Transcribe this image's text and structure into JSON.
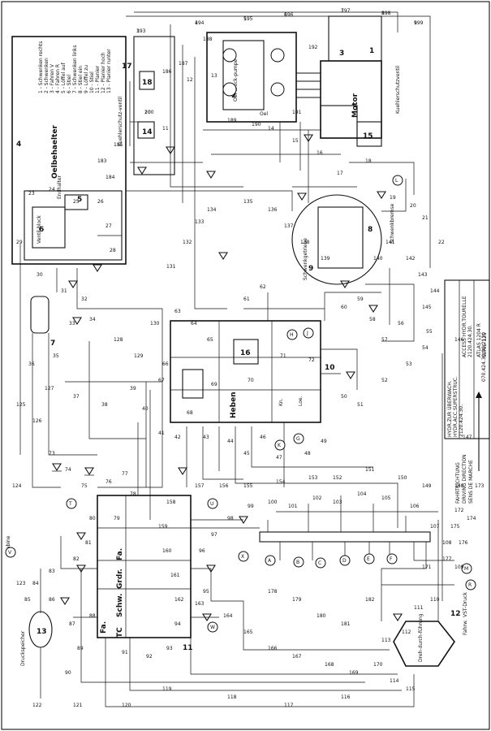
{
  "title_block": {
    "lines_a": [
      "HYDR.ZUR ÜBERWACH.",
      "HYDR.ACC.SUPERSTRUC.",
      "2120.424.30."
    ],
    "lines_b": [
      "ACCESS HYDR.TOURELLE",
      "2120.424.30."
    ],
    "lines_c": [
      "ATLAS 1204 R",
      "SERIE 125"
    ],
    "drawing_no": "070.424.30.00.2130"
  },
  "legend": {
    "items": [
      "1 - Schwenken rechts",
      "2 - Schwenken",
      "3 - Fahren V",
      "4 - Fahren R",
      "5 - Löffel auf",
      "6 - Stiel",
      "7 - Schwenken links",
      "8 - Stiel ein",
      "9 - Löffel zu",
      "10 - Stiel",
      "11 - Planier",
      "12 - Planier hoch",
      "13 - Planier runter"
    ]
  },
  "direction": {
    "lines": [
      "FAHRTRICHTUNG",
      "DRIVING DIRECTION",
      "SENS DE MARCHE"
    ]
  },
  "labels": {
    "oeltank": "Oelbehaelter",
    "kuehler": "Kuehlerschutz-ventil",
    "pumpe": "Oel-druck-pumpe",
    "motor": "Motor",
    "schwenkgetriebe": "Schwenkgetriebe",
    "schwenkbremse": "Schwenkbremse",
    "heben": "Heben",
    "loe": "Loe.",
    "kn": "Kn.",
    "fa": "Fa.",
    "grdr": "Grdr.",
    "schw": "Schw.",
    "tc": "TC",
    "druckspeicher": "Druckspeicher",
    "kabine": "Kabine",
    "drehdurchfuehrung": "Dreh-durch-führung",
    "vst_druck": "VST-Druck",
    "kuehlerschutzventil_rt": "Kuehlerschutzventil",
    "oel": "Oel",
    "ventilblock": "Ventil-block",
    "endhalter": "Endhalter",
    "fuehrung": "Fahrw."
  },
  "components": [
    {
      "id": "1",
      "label": "1"
    },
    {
      "id": "2",
      "label": "2"
    },
    {
      "id": "3",
      "label": "3"
    },
    {
      "id": "4",
      "label": "4"
    },
    {
      "id": "5",
      "label": "5"
    },
    {
      "id": "6",
      "label": "6"
    },
    {
      "id": "7",
      "label": "7"
    },
    {
      "id": "8",
      "label": "8"
    },
    {
      "id": "9",
      "label": "9"
    },
    {
      "id": "10",
      "label": "10"
    },
    {
      "id": "11",
      "label": "11"
    },
    {
      "id": "12",
      "label": "12"
    },
    {
      "id": "13",
      "label": "13"
    },
    {
      "id": "14",
      "label": "14"
    },
    {
      "id": "15",
      "label": "15"
    },
    {
      "id": "16",
      "label": "16"
    },
    {
      "id": "17",
      "label": "17"
    },
    {
      "id": "18",
      "label": "18"
    }
  ],
  "ports": [
    "A",
    "B",
    "C",
    "D",
    "E",
    "F",
    "G",
    "H",
    "J",
    "K",
    "L",
    "M",
    "R",
    "T",
    "U",
    "V",
    "W",
    "X"
  ],
  "line_numbers": [
    "3",
    "4",
    "5",
    "6",
    "7",
    "8",
    "9",
    "10",
    "11",
    "12",
    "13",
    "14",
    "15",
    "16",
    "17",
    "18",
    "19",
    "20",
    "21",
    "22",
    "23",
    "24",
    "25",
    "26",
    "27",
    "28",
    "29",
    "30",
    "31",
    "32",
    "33",
    "34",
    "35",
    "36",
    "37",
    "38",
    "39",
    "40",
    "41",
    "42",
    "43",
    "44",
    "45",
    "46",
    "47",
    "48",
    "49",
    "50",
    "51",
    "52",
    "53",
    "54",
    "55",
    "56",
    "57",
    "58",
    "59",
    "60",
    "61",
    "62",
    "63",
    "64",
    "65",
    "66",
    "67",
    "68",
    "69",
    "70",
    "71",
    "72",
    "73",
    "74",
    "75",
    "76",
    "77",
    "78",
    "79",
    "80",
    "81",
    "82",
    "83",
    "84",
    "85",
    "86",
    "87",
    "88",
    "89",
    "90",
    "91",
    "92",
    "93",
    "94",
    "95",
    "96",
    "97",
    "98",
    "99",
    "100",
    "101",
    "102",
    "103",
    "104",
    "105",
    "106",
    "107",
    "108",
    "109",
    "110",
    "111",
    "112",
    "113",
    "114",
    "115",
    "116",
    "117",
    "118",
    "119",
    "120",
    "121",
    "122",
    "123",
    "124",
    "125",
    "126",
    "127",
    "128",
    "129",
    "130",
    "131",
    "132",
    "133",
    "134",
    "135",
    "136",
    "137",
    "138",
    "139",
    "140",
    "141",
    "142",
    "143",
    "144",
    "145",
    "146",
    "147",
    "148",
    "149",
    "150",
    "151",
    "152",
    "153",
    "154",
    "155",
    "156",
    "157",
    "158",
    "159",
    "160",
    "161",
    "162",
    "163",
    "164",
    "165",
    "166",
    "167",
    "168",
    "169",
    "170",
    "171",
    "172",
    "173",
    "174",
    "175",
    "176",
    "177",
    "178",
    "179",
    "180",
    "181",
    "182",
    "183",
    "184",
    "185",
    "186",
    "187",
    "188",
    "189",
    "190",
    "191",
    "192",
    "193",
    "194",
    "195",
    "196",
    "197",
    "198",
    "199",
    "200"
  ]
}
